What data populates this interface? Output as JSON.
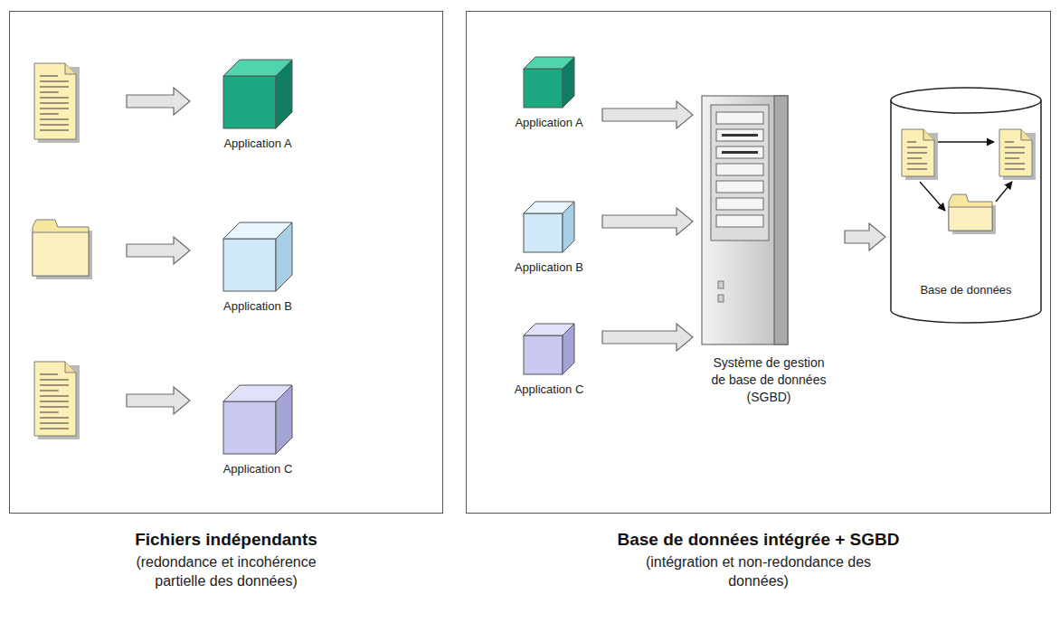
{
  "diagram": {
    "nodes": [
      {
        "text": [
          "Fichiers indépendants",
          "(redondance et incohérence partielle des données)"
        ]
      },
      {
        "text": [
          "Application A"
        ],
        "in": 0
      },
      {
        "text": [
          "Application B"
        ],
        "in": 0
      },
      {
        "text": [
          "Application C"
        ],
        "in": 0
      },
      {
        "text": [
          "Base de données intégrée + SGBD",
          "(intégration et non-redondance des données)"
        ]
      },
      {
        "text": [
          "Application A"
        ],
        "in": 4
      },
      {
        "text": [
          "Application B"
        ],
        "in": 4
      },
      {
        "text": [
          "Application C"
        ],
        "in": 4
      },
      {
        "text": [
          "Système de gestion de base de données (SGBD)"
        ],
        "in": 4
      },
      {
        "text": [
          "Base de données"
        ],
        "in": 4
      }
    ],
    "edges": [
      {
        "from": 5,
        "to": 8,
        "arrow": "to"
      },
      {
        "from": 6,
        "to": 8,
        "arrow": "to"
      },
      {
        "from": 7,
        "to": 8,
        "arrow": "to"
      },
      {
        "from": 8,
        "to": 9,
        "arrow": "to"
      }
    ]
  }
}
